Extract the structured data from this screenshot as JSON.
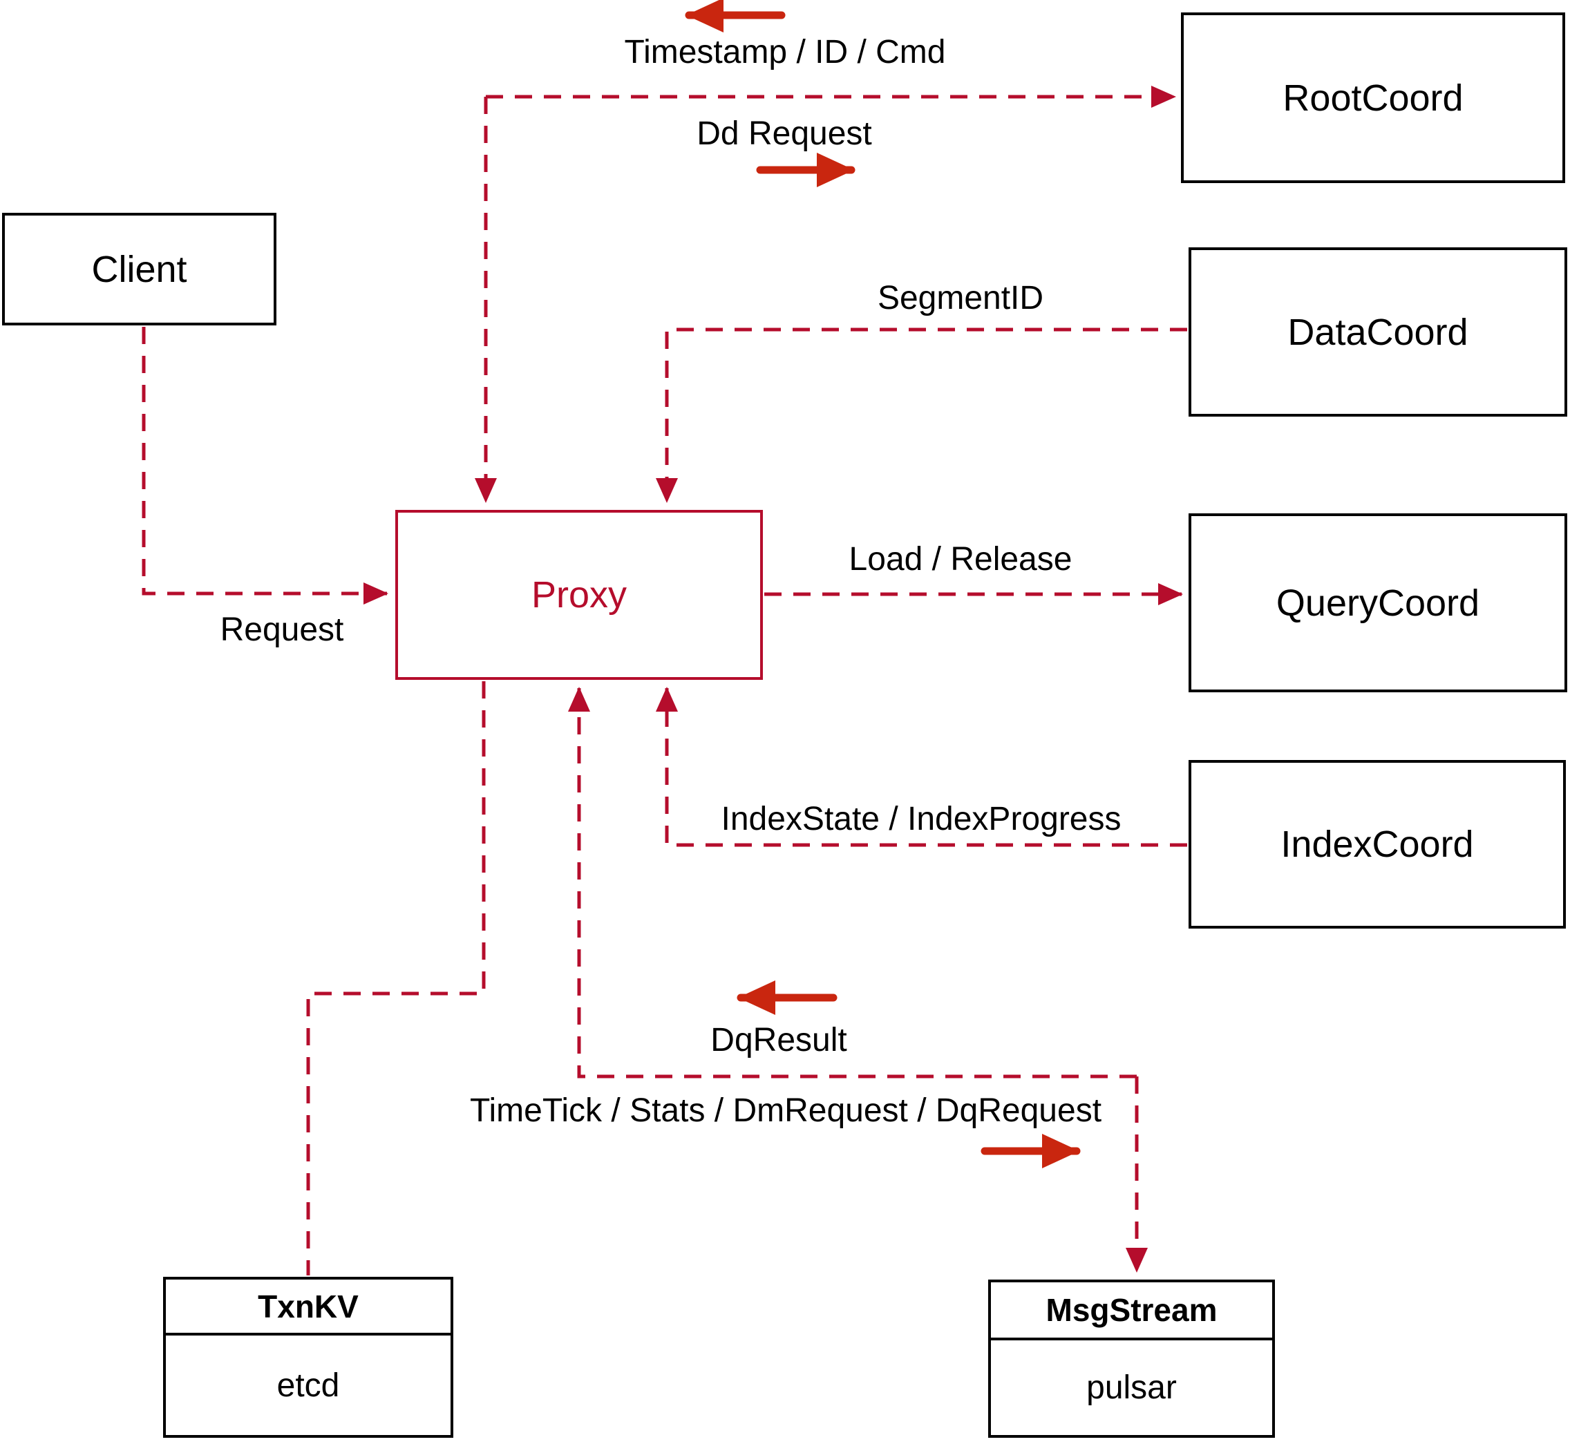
{
  "diagram": {
    "nodes": {
      "client": {
        "label": "Client"
      },
      "proxy": {
        "label": "Proxy"
      },
      "rootcoord": {
        "label": "RootCoord"
      },
      "datacoord": {
        "label": "DataCoord"
      },
      "querycoord": {
        "label": "QueryCoord"
      },
      "indexcoord": {
        "label": "IndexCoord"
      },
      "txnkv": {
        "title": "TxnKV",
        "body": "etcd"
      },
      "msgstream": {
        "title": "MsgStream",
        "body": "pulsar"
      }
    },
    "edge_labels": {
      "timestamp": "Timestamp / ID / Cmd",
      "dd_request": "Dd Request",
      "segment_id": "SegmentID",
      "request": "Request",
      "load_release": "Load / Release",
      "index_state": "IndexState / IndexProgress",
      "dq_result": "DqResult",
      "time_tick": "TimeTick / Stats / DmRequest / DqRequest"
    },
    "colors": {
      "line": "#b50d2c",
      "arrow": "#c9260f",
      "box_border": "#000000",
      "text": "#000000",
      "background": "#ffffff"
    }
  }
}
